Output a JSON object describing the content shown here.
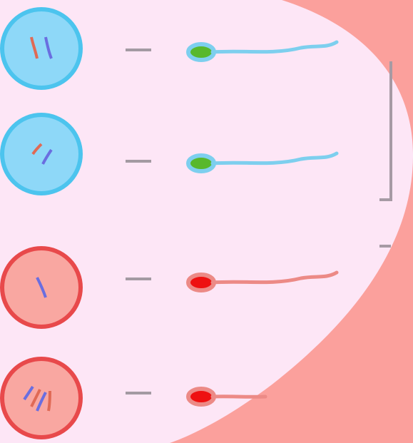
{
  "colors": {
    "outer_background": "#fba09c",
    "inner_region": "#fde6f6",
    "blue_cell_fill": "#8ed8f8",
    "blue_cell_ring": "#4cc4ee",
    "red_cell_fill": "#f9a7a1",
    "red_cell_ring": "#e8494b",
    "blue_chromosome": "#6a6ee0",
    "red_chromosome": "#e06a55",
    "green_head": "#58b82c",
    "red_head": "#ee1111",
    "blue_tail": "#7dcfee",
    "red_tail": "#ec8a86",
    "arrow": "#a39aa2",
    "bracket": "#a69aa4"
  },
  "rows": [
    {
      "cell": "blue",
      "cell_chromosomes": [
        "red-blue-pair"
      ],
      "sperm_head": "green",
      "sperm_tail": "blue"
    },
    {
      "cell": "blue",
      "cell_chromosomes": [
        "red-blue-pair"
      ],
      "sperm_head": "green",
      "sperm_tail": "blue"
    },
    {
      "cell": "red",
      "cell_chromosomes": [
        "single-blue"
      ],
      "sperm_head": "red",
      "sperm_tail": "red"
    },
    {
      "cell": "red",
      "cell_chromosomes": [
        "blue-pair",
        "red-pair"
      ],
      "sperm_head": "red",
      "sperm_tail": "red"
    }
  ],
  "groupings": [
    "bracket-blue-rows"
  ],
  "icons": [
    "cell-icon",
    "arrow-icon",
    "sperm-icon",
    "bracket-icon"
  ]
}
